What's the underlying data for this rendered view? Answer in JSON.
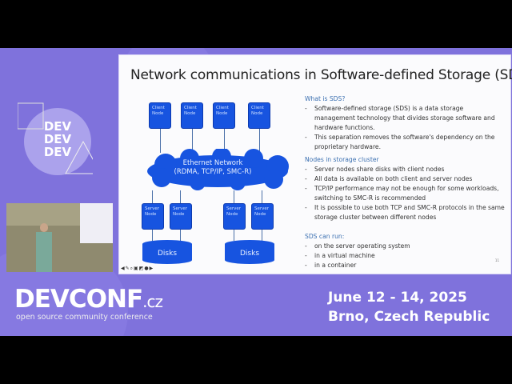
{
  "slide": {
    "title": "Network communications in Software-defined Storage (SDS)",
    "diagram": {
      "client_nodes": [
        "Client Node",
        "Client Node",
        "Client Node",
        "Client Node"
      ],
      "network_label": "Ethernet Network",
      "network_protocols": "(RDMA, TCP/IP, SMC-R)",
      "server_nodes": [
        "Server Node",
        "Server Node",
        "Server Node",
        "Server Node"
      ],
      "disks": [
        "Disks",
        "Disks"
      ]
    },
    "sections": [
      {
        "heading": "What is SDS?",
        "items": [
          "Software-defined storage (SDS) is a data storage management technology that divides storage software and hardware functions.",
          "This separation removes the software's dependency on the proprietary hardware."
        ]
      },
      {
        "heading": "Nodes in storage cluster",
        "items": [
          "Server nodes share disks with client nodes",
          "All data is available on both client and server nodes",
          "TCP/IP performance may not be enough for some workloads, switching to SMC-R is recommended",
          "It is possible to use both TCP and SMC-R protocols in the same storage cluster between different nodes"
        ]
      },
      {
        "heading": "SDS can run:",
        "items": [
          "on the server operating system",
          "in a virtual machine",
          "in a container"
        ]
      }
    ],
    "page_number": "11"
  },
  "branding": {
    "logo": "DEV DEV DEV",
    "name": "DEVCONF",
    "suffix": ".cz",
    "tagline": "open source community conference",
    "dates": "June 12 - 14, 2025",
    "location": "Brno, Czech Republic"
  }
}
